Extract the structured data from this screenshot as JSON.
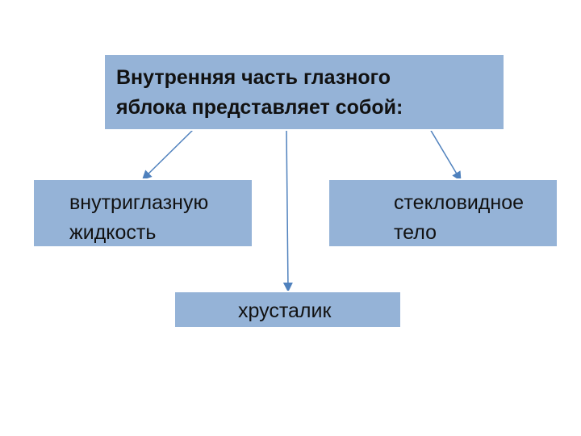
{
  "diagram": {
    "root": {
      "line1": "Внутренняя часть глазного",
      "line2": "яблока представляет собой:"
    },
    "left": {
      "line1": "внутриглазную",
      "line2": "жидкость"
    },
    "right": {
      "line1": "стекловидное",
      "line2": "тело"
    },
    "bottom": {
      "label": "хрусталик"
    }
  },
  "colors": {
    "box_fill": "#95b3d7",
    "arrow": "#4f81bd",
    "text": "#111111"
  }
}
